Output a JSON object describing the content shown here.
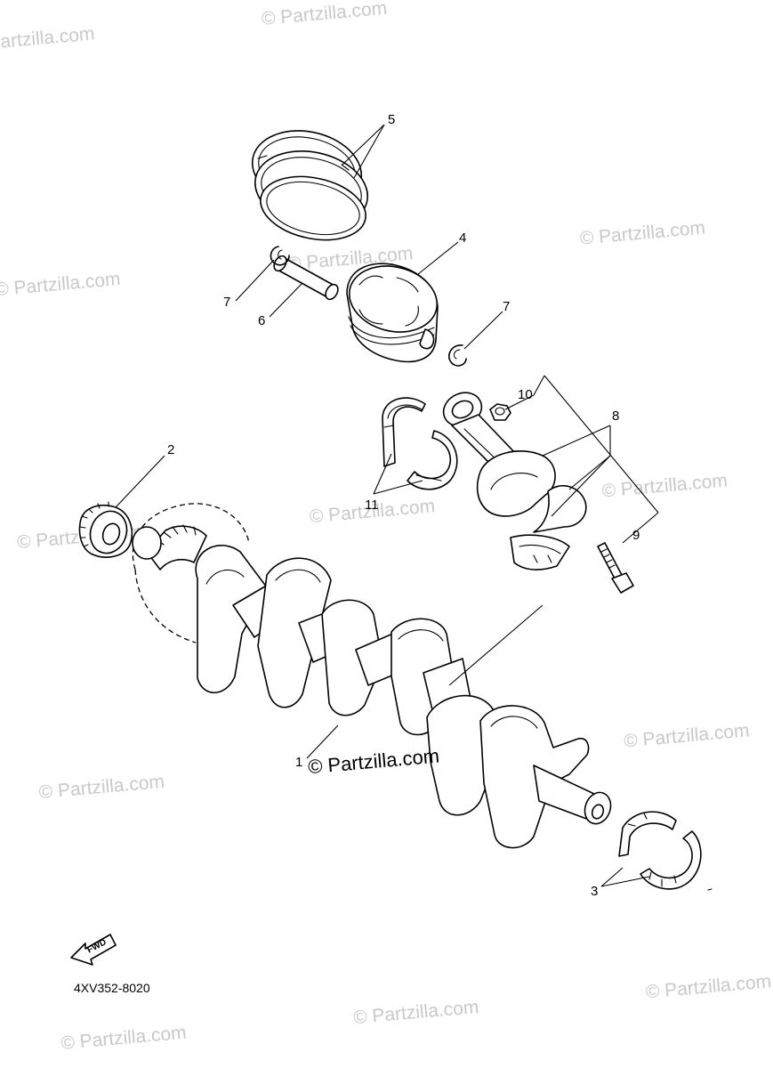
{
  "watermark": {
    "text": "© Partzilla.com",
    "center_text": "© Partzilla.com"
  },
  "callouts": [
    {
      "id": "1",
      "label": "1"
    },
    {
      "id": "2",
      "label": "2"
    },
    {
      "id": "3",
      "label": "3"
    },
    {
      "id": "4",
      "label": "4"
    },
    {
      "id": "5",
      "label": "5"
    },
    {
      "id": "6",
      "label": "6"
    },
    {
      "id": "7a",
      "label": "7"
    },
    {
      "id": "7b",
      "label": "7"
    },
    {
      "id": "8",
      "label": "8"
    },
    {
      "id": "9",
      "label": "9"
    },
    {
      "id": "10",
      "label": "10"
    },
    {
      "id": "11",
      "label": "11"
    }
  ],
  "fwd_label": "FWD",
  "diagram_code": "4XV352-8020"
}
